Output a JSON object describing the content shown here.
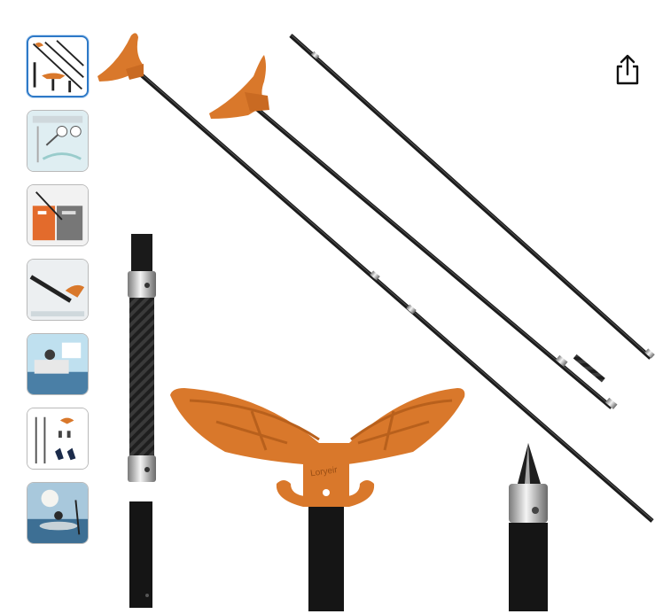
{
  "gallery": {
    "thumbnails": [
      {
        "id": "thumb-1",
        "selected": true
      },
      {
        "id": "thumb-2",
        "selected": false
      },
      {
        "id": "thumb-3",
        "selected": false
      },
      {
        "id": "thumb-4",
        "selected": false
      },
      {
        "id": "thumb-5",
        "selected": false
      },
      {
        "id": "thumb-6",
        "selected": false
      },
      {
        "id": "thumb-7",
        "selected": false
      }
    ],
    "share_icon": "share-icon",
    "product_brand_mark": "Loryeir",
    "colors": {
      "accent_orange": "#d9782b",
      "pole_black": "#1b1b1b",
      "selected_border": "#2e79c7"
    }
  }
}
